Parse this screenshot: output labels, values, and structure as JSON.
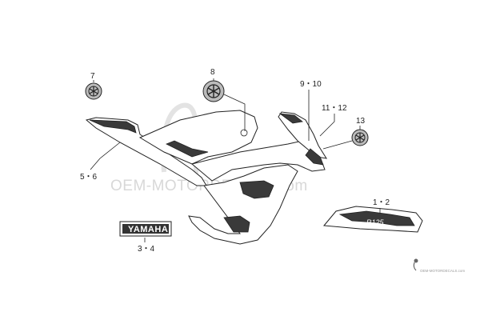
{
  "diagram": {
    "callouts": {
      "c1": "7",
      "c2": "8",
      "c3": "9・10",
      "c4": "11・12",
      "c5": "13",
      "c6": "5・6",
      "c7": "1・2",
      "c8": "3・4"
    },
    "decal_text": {
      "yamaha_label": "YAMAHA",
      "tail_text": "R125"
    },
    "watermark": {
      "main": "OEM-MOTORDECALS.com",
      "small": "OEM-MOTORDECALS.com"
    }
  }
}
